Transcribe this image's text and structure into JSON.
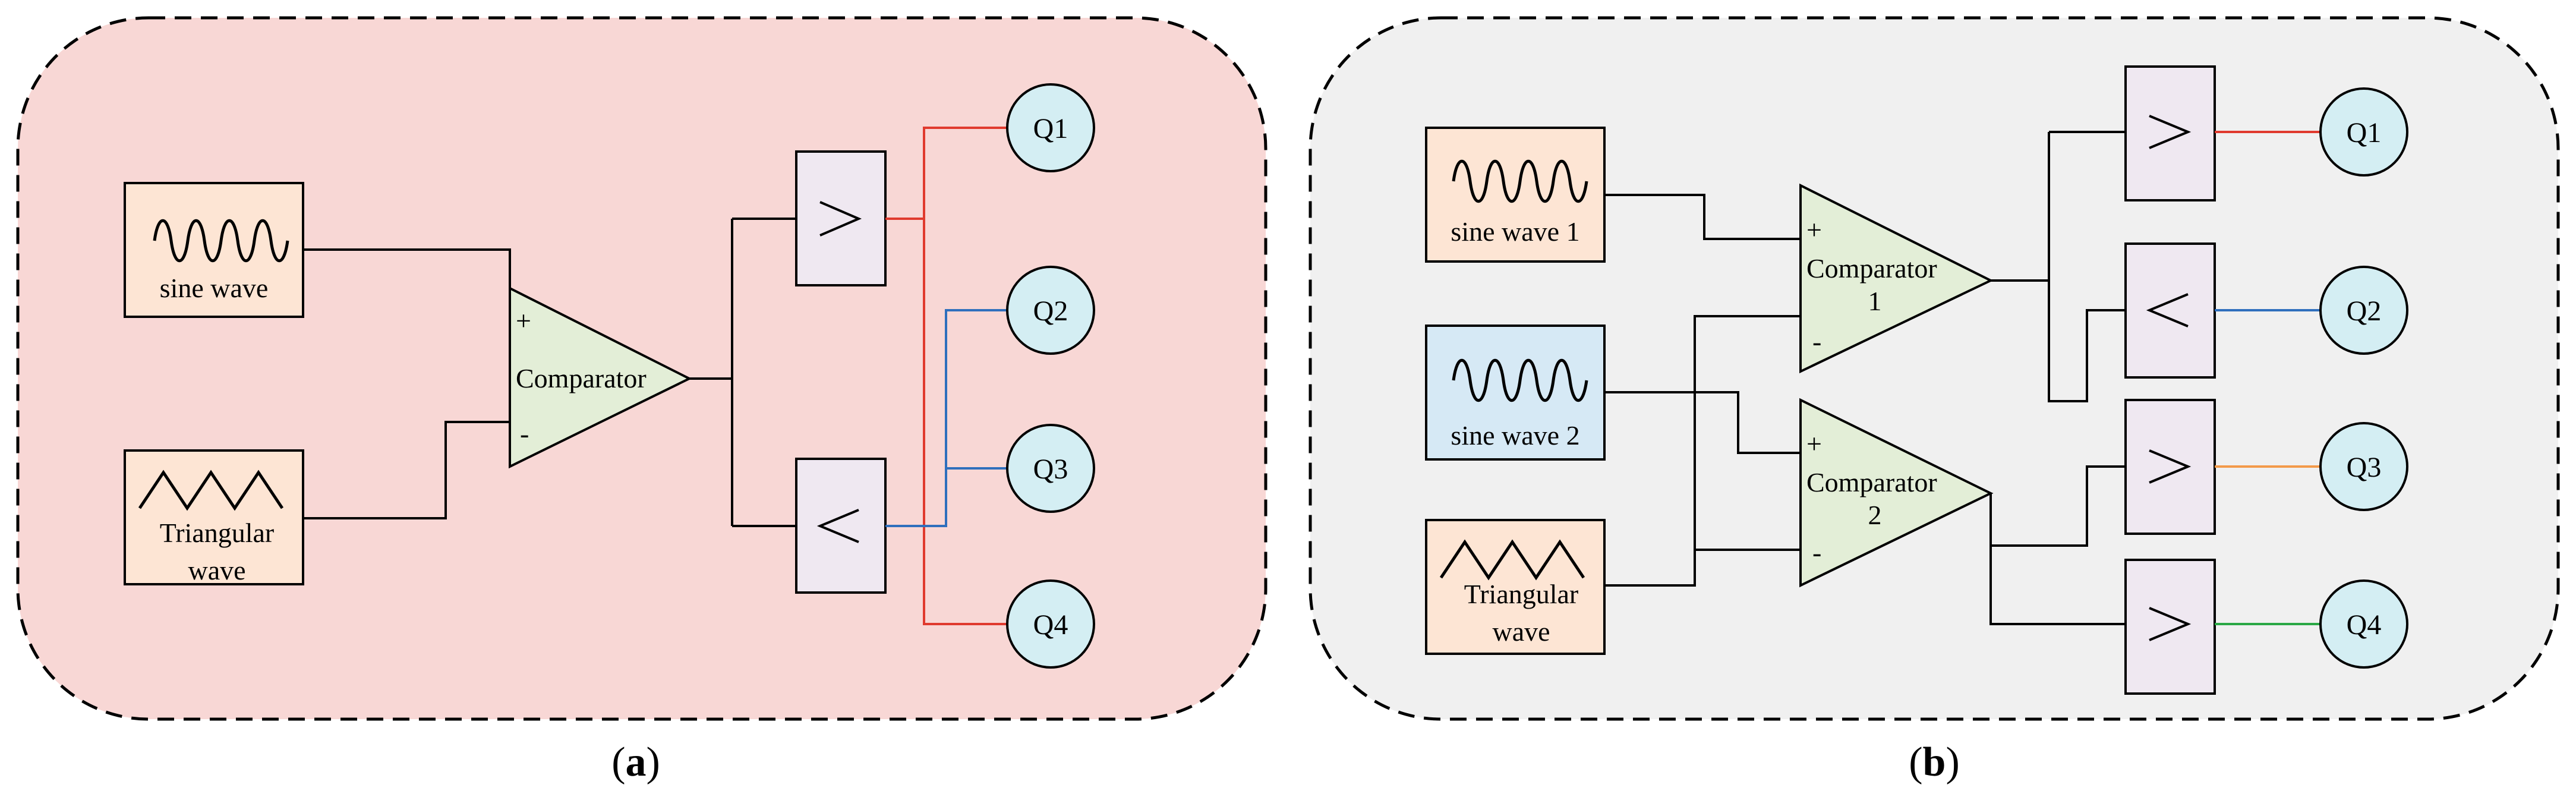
{
  "panel_a": {
    "sine_label": "sine wave",
    "triangular_label_1": "Triangular",
    "triangular_label_2": "wave",
    "comparator_label": "Comparator",
    "plus": "+",
    "minus": "-",
    "gt_symbol": ">",
    "lt_symbol": "<",
    "outputs": [
      "Q1",
      "Q2",
      "Q3",
      "Q4"
    ],
    "caption_open": "(",
    "caption_letter": "a",
    "caption_close": ")"
  },
  "panel_b": {
    "sine1_label": "sine wave 1",
    "sine2_label": "sine wave 2",
    "triangular_label_1": "Triangular",
    "triangular_label_2": "wave",
    "comparator1_label_1": "Comparator",
    "comparator1_label_2": "1",
    "comparator2_label_1": "Comparator",
    "comparator2_label_2": "2",
    "plus": "+",
    "minus": "-",
    "gt_symbol": ">",
    "lt_symbol": "<",
    "outputs": [
      "Q1",
      "Q2",
      "Q3",
      "Q4"
    ],
    "caption_open": "(",
    "caption_letter": "b",
    "caption_close": ")"
  },
  "colors": {
    "panel_a_bg": "#f8d7d5",
    "panel_b_bg": "#f0f0f0",
    "source_box": "#fde5d4",
    "sine2_box": "#d6e9f5",
    "comparator_fill": "#e3eed7",
    "logic_box": "#efe8f1",
    "output_circle": "#d4eef3",
    "red_wire": "#e03a2e",
    "blue_wire": "#2f6fbd",
    "orange_wire": "#f39a4a",
    "green_wire": "#2aa845",
    "black_wire": "#000000"
  }
}
